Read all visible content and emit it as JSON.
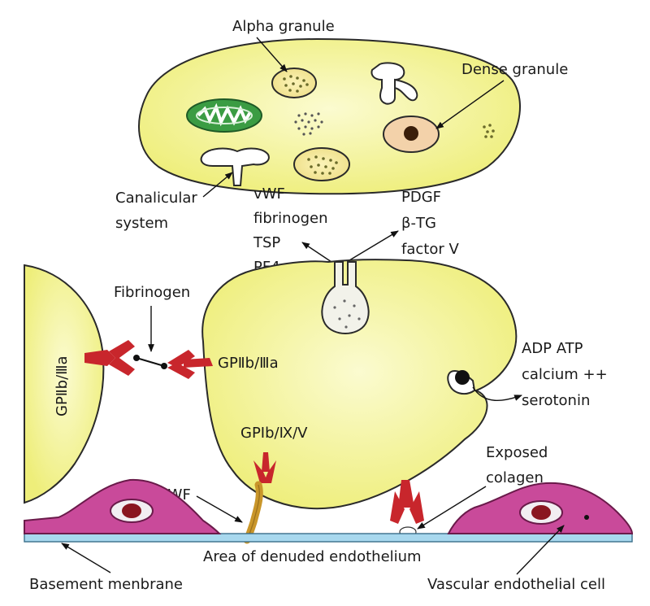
{
  "top_platelet": {
    "labels": {
      "alpha_granule": "Alpha granule",
      "dense_granule": "Dense granule",
      "canalicular_line1": "Canalicular",
      "canalicular_line2": "system"
    }
  },
  "alpha_contents": [
    "vWF",
    "fibrinogen",
    "TSP",
    "PF4"
  ],
  "dense_contents": [
    "PDGF",
    "β-TG",
    "factor V"
  ],
  "middle": {
    "fibrinogen": "Fibrinogen",
    "gp2b3a_right": "GPⅡb/Ⅲa",
    "gp2b3a_left": "GPⅡb/Ⅲa",
    "gp1b": "GPIb/Ⅸ/Ⅴ",
    "release": [
      "ADP ATP",
      "calcium ++",
      "serotonin"
    ],
    "vwf": "vWF",
    "exposed_line1": "Exposed",
    "exposed_line2": "colagen"
  },
  "bottom": {
    "denuded": "Area of denuded endothelium",
    "basement": "Basement menbrane",
    "endothelial": "Vascular endothelial cell"
  },
  "colors": {
    "platelet_fill": "#f4f49a",
    "platelet_fill_center": "#fbfbc6",
    "receptor": "#c8262c",
    "endothelium": "#c94a9a",
    "basement": "#a8d8ee",
    "vwf_stalk": "#c9962a",
    "mitochondrion": "#3b9c43"
  }
}
